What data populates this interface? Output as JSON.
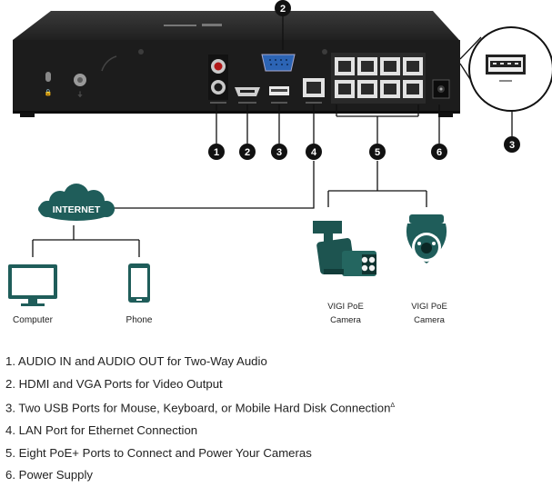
{
  "callouts": {
    "vga": "2",
    "audio": "1",
    "hdmi": "2",
    "usb": "3",
    "lan": "4",
    "poe": "5",
    "power": "6",
    "usb_zoom": "3"
  },
  "network": {
    "internet_label": "INTERNET"
  },
  "devices": {
    "computer_label": "Computer",
    "phone_label": "Phone",
    "camera1_label_line1": "VIGI PoE",
    "camera1_label_line2": "Camera",
    "camera2_label_line1": "VIGI PoE",
    "camera2_label_line2": "Camera"
  },
  "legend": [
    {
      "text": "1. AUDIO IN and AUDIO OUT for Two-Way Audio"
    },
    {
      "text": "2. HDMI and VGA Ports for Video Output"
    },
    {
      "text": "3. Two USB Ports for Mouse, Keyboard, or Mobile Hard Disk Connection",
      "note": "Δ"
    },
    {
      "text": "4. LAN Port for Ethernet Connection"
    },
    {
      "text": "5. Eight PoE+ Ports to Connect and Power Your Cameras"
    },
    {
      "text": "6. Power Supply"
    }
  ],
  "colors": {
    "teal": "#1f5d5a",
    "device_body": "#1c1c1c",
    "line": "#1a1a1a"
  }
}
